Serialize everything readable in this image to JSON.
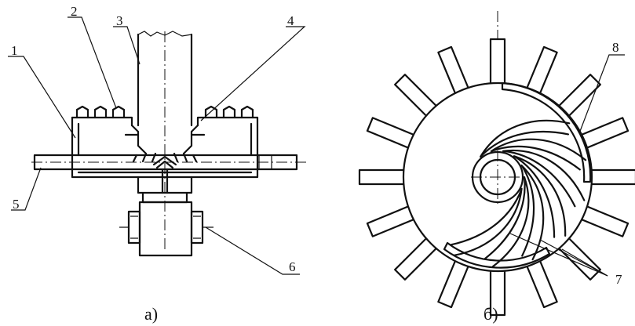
{
  "labels": {
    "l1": "1",
    "l2": "2",
    "l3": "3",
    "l4": "4",
    "l5": "5",
    "l6": "6",
    "l7": "7",
    "l8": "8"
  },
  "captions": {
    "a": "а)",
    "b": "б)"
  }
}
